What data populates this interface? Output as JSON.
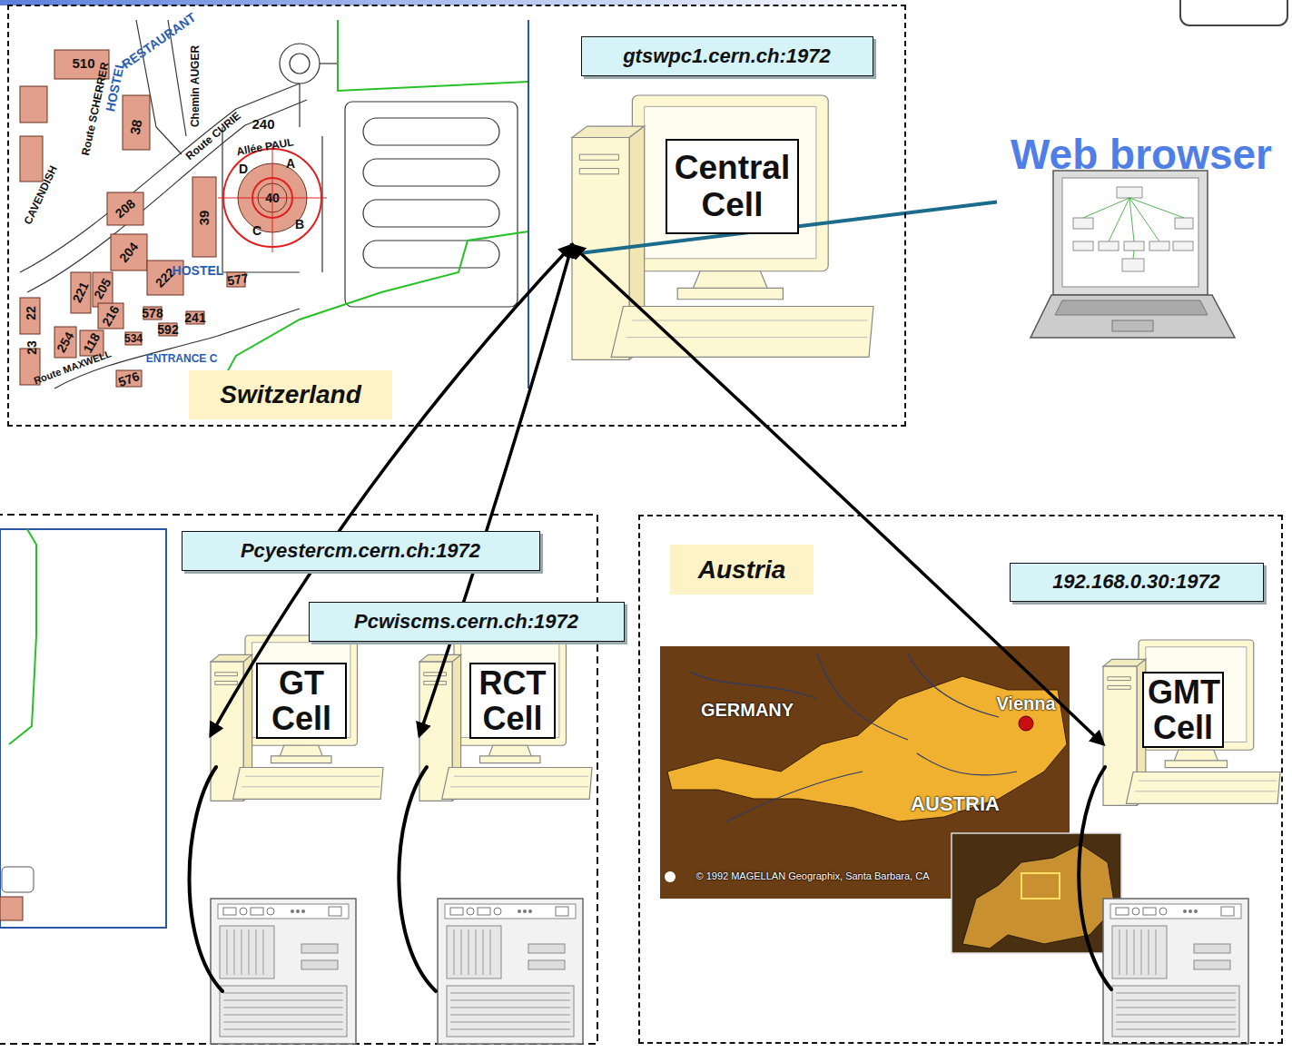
{
  "diagram": {
    "nodes": [
      {
        "text": [
          "Switzerland"
        ]
      },
      {
        "text": [
          "gtswpc1.cern.ch:1972"
        ],
        "in": 0
      },
      {
        "text": [
          "Central Cell"
        ],
        "in": 0
      },
      {
        "text": [
          "Web browser"
        ]
      },
      {
        "text": [
          "Pcyestercm.cern.ch:1972"
        ]
      },
      {
        "text": [
          "Pcwiscms.cern.ch:1972"
        ]
      },
      {
        "text": [
          "GT Cell"
        ]
      },
      {
        "text": [
          "RCT Cell"
        ]
      },
      {
        "text": [
          "Austria"
        ]
      },
      {
        "text": [
          "192.168.0.30:1972"
        ],
        "in": 8
      },
      {
        "text": [
          "GMT Cell"
        ],
        "in": 8
      }
    ],
    "edges": [
      {
        "from": 2,
        "to": 3,
        "arrow": "none"
      },
      {
        "from": 2,
        "to": 6,
        "arrow": "both"
      },
      {
        "from": 2,
        "to": 7,
        "arrow": "both"
      },
      {
        "from": 2,
        "to": 10,
        "arrow": "both"
      }
    ],
    "labels": [
      "510",
      "RESTAURANT",
      "Route SCHERRER",
      "HOSTEL",
      "38",
      "Chemin AUGER",
      "240",
      "Route CURIE",
      "Allée PAUL",
      "39",
      "D",
      "A",
      "40",
      "B",
      "C",
      "208",
      "204",
      "222",
      "221",
      "205",
      "HOSTEL",
      "577",
      "578",
      "216",
      "118",
      "254",
      "534",
      "592",
      "241",
      "Route MAXWELL",
      "ENTRANCE C",
      "576",
      "22",
      "23",
      "CAVENDISH",
      "GERMANY",
      "Vienna",
      "AUSTRIA",
      "© 1992 MAGELLAN Geographix, Santa Barbara, CA"
    ]
  }
}
